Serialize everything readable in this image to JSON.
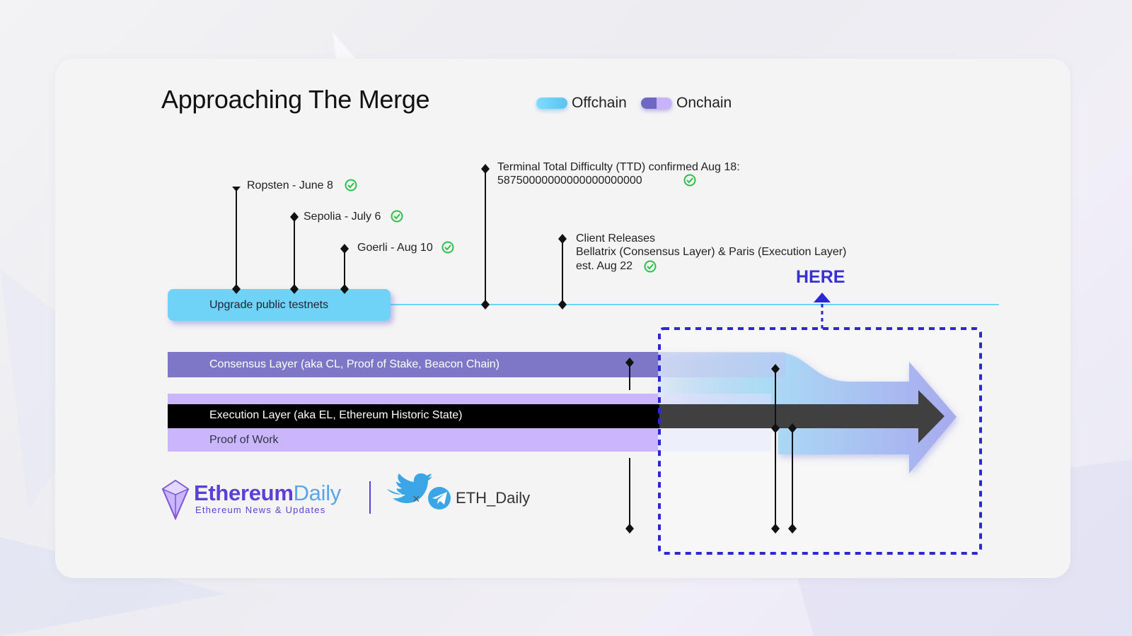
{
  "title": "Approaching The Merge",
  "legend": {
    "offchain": {
      "label": "Offchain",
      "color": "#6ed3f7"
    },
    "onchain": {
      "label": "Onchain",
      "color": "#8a7fd4"
    }
  },
  "milestones": [
    {
      "text": "Ropsten - June 8",
      "status": "check-icon"
    },
    {
      "text": "Sepolia - July 6",
      "status": "check-icon"
    },
    {
      "text": "Goerli - Aug 10",
      "status": "check-icon"
    },
    {
      "line1": "Terminal Total Difficulty (TTD) confirmed Aug 18:",
      "line2": "58750000000000000000000",
      "status": "check-icon"
    },
    {
      "line1": "Client Releases",
      "line2": "Bellatrix (Consensus Layer) & Paris (Execution Layer)",
      "line3": "est. Aug 22",
      "status": "check-icon"
    }
  ],
  "bars": {
    "testnets": "Upgrade public testnets",
    "consensus": "Consensus Layer (aka CL, Proof of Stake, Beacon Chain)",
    "execution": "Execution Layer (aka EL, Ethereum Historic State)",
    "pow": "Proof of Work"
  },
  "marker": {
    "label": "HERE",
    "color": "#3a2fd1"
  },
  "brand": {
    "name_part1": "Ethereum",
    "name_part2": "Daily",
    "tagline": "Ethereum News & Updates",
    "separator": "×",
    "handle": "ETH_Daily"
  },
  "colors": {
    "check": "#2fbf4a",
    "consensus": "#7e77c8",
    "pow": "#c9b6fb",
    "execution": "#000000",
    "testnets": "#6ed3f7"
  }
}
